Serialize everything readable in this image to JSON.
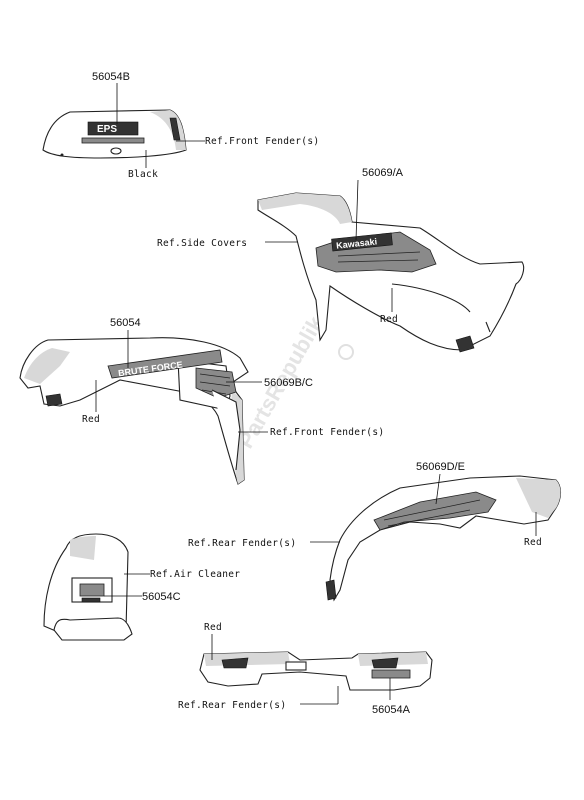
{
  "labels": {
    "p56054B": "56054B",
    "ref_front_fender_top": "Ref.Front Fender(s)",
    "black": "Black",
    "p56069A": "56069/A",
    "ref_side_covers": "Ref.Side Covers",
    "red_side": "Red",
    "p56054": "56054",
    "p56069BC": "56069B/C",
    "red_front": "Red",
    "ref_front_fender_mid": "Ref.Front Fender(s)",
    "p56069DE": "56069D/E",
    "ref_rear_fender_mid": "Ref.Rear Fender(s)",
    "red_rear": "Red",
    "ref_air_cleaner": "Ref.Air Cleaner",
    "p56054C": "56054C",
    "red_bottom": "Red",
    "ref_rear_fender_bottom": "Ref.Rear Fender(s)",
    "p56054A": "56054A"
  },
  "watermark": "PartsRepublik",
  "colors": {
    "line": "#222222",
    "shade": "#d8d8d8",
    "decal": "#8a8a8a"
  }
}
